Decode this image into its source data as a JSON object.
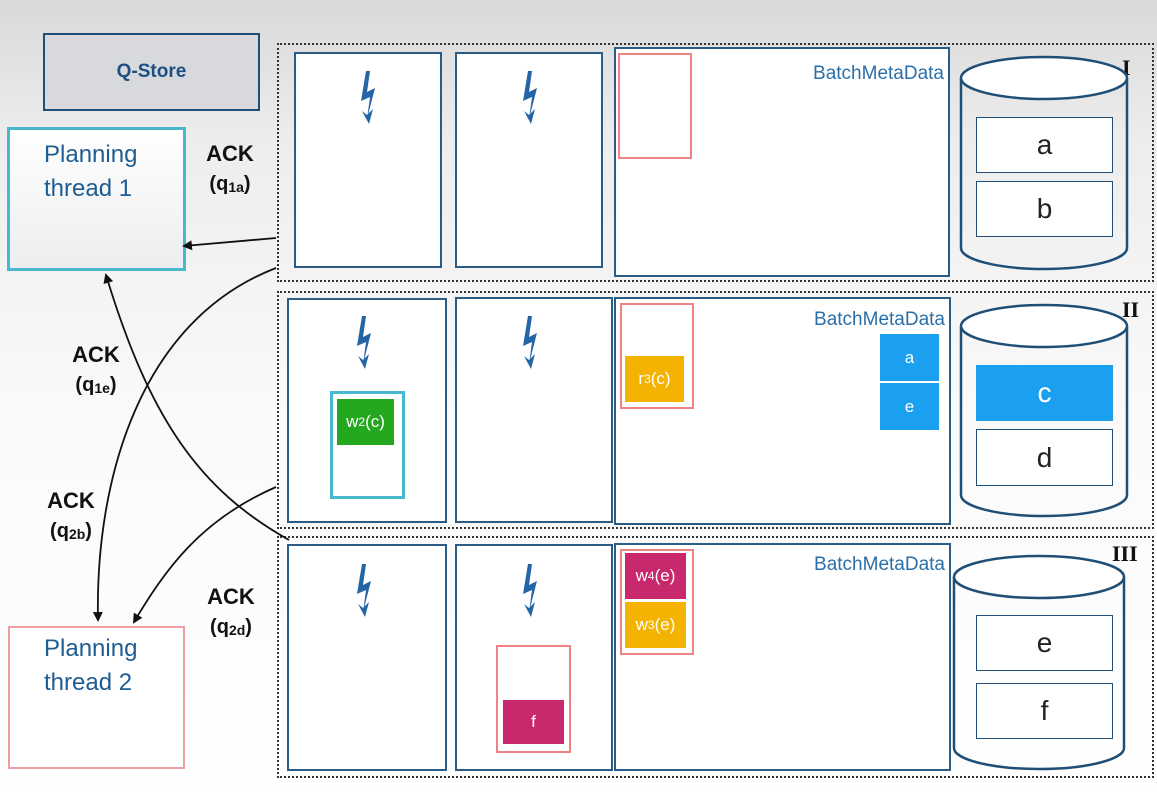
{
  "left": {
    "qstore_label": "Q-Store",
    "planner1": {
      "line1": "Planning",
      "line2": "thread 1"
    },
    "planner2": {
      "line1": "Planning",
      "line2": "thread 2"
    }
  },
  "acks": [
    {
      "label": "ACK",
      "q": "q",
      "sub": "1a",
      "close": ")"
    },
    {
      "label": "ACK",
      "q": "q",
      "sub": "1e",
      "close": ")"
    },
    {
      "label": "ACK",
      "q": "q",
      "sub": "2b",
      "close": ")"
    },
    {
      "label": "ACK",
      "q": "q",
      "sub": "2d",
      "close": ")"
    }
  ],
  "regions": [
    {
      "numeral": "I",
      "meta_label": "BatchMetaData",
      "store_cells": [
        "a",
        "b"
      ]
    },
    {
      "numeral": "II",
      "meta_label": "BatchMetaData",
      "meta_keys": [
        "a",
        "e"
      ],
      "txn_worker": {
        "op": "w",
        "sub": "2",
        "arg": "(c)"
      },
      "txn_meta": {
        "op": "r",
        "sub": "3",
        "arg": "(c)"
      },
      "store_cells": [
        "c",
        "d"
      ]
    },
    {
      "numeral": "III",
      "meta_label": "BatchMetaData",
      "txn_worker": "f",
      "txn_meta": [
        {
          "op": "w",
          "sub": "4",
          "arg": "(e)"
        },
        {
          "op": "w",
          "sub": "3",
          "arg": "(e)"
        }
      ],
      "store_cells": [
        "e",
        "f"
      ]
    }
  ],
  "colors": {
    "panel_border": "#2a5c86",
    "write_green": "#23a81f",
    "read_gold": "#f3b300",
    "write_magenta": "#c8286c",
    "meta_blue": "#1aa0ee",
    "outline_red": "#f08282",
    "outline_cyan": "#48b8cc"
  },
  "icons": [
    "lightning-bolt-icon",
    "database-cylinder-icon"
  ]
}
